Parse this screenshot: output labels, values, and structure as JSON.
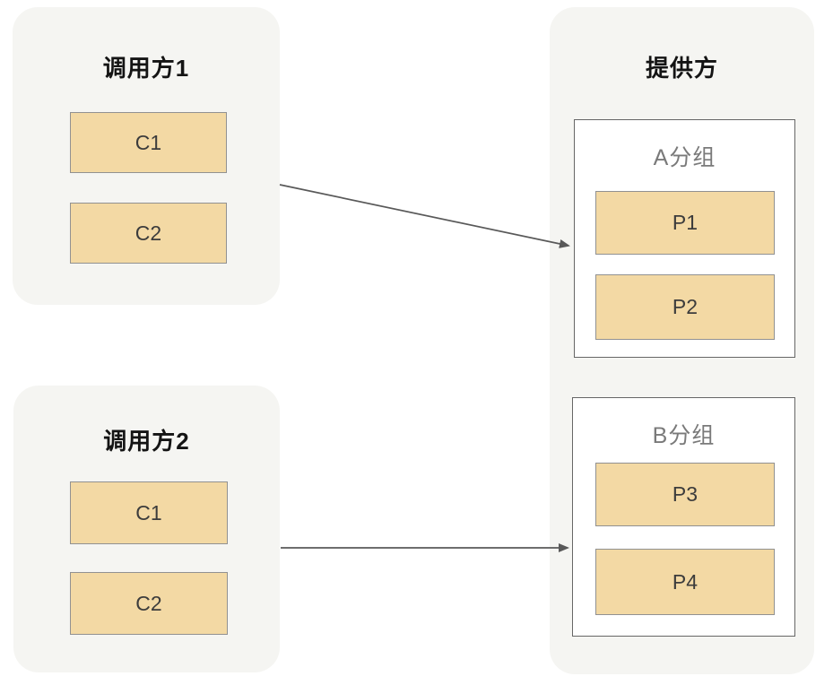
{
  "diagram": {
    "callers": [
      {
        "title": "调用方1",
        "services": [
          "C1",
          "C2"
        ]
      },
      {
        "title": "调用方2",
        "services": [
          "C1",
          "C2"
        ]
      }
    ],
    "provider": {
      "title": "提供方",
      "groups": [
        {
          "title": "A分组",
          "services": [
            "P1",
            "P2"
          ]
        },
        {
          "title": "B分组",
          "services": [
            "P3",
            "P4"
          ]
        }
      ]
    },
    "edges": [
      {
        "from": "调用方1",
        "to": "A分组"
      },
      {
        "from": "调用方2",
        "to": "B分组"
      }
    ],
    "colors": {
      "panel_bg": "#f5f5f2",
      "service_fill": "#f3d9a4",
      "service_border": "#919191",
      "group_border": "#666666",
      "group_title_text": "#7a7a7a",
      "arrow": "#595959",
      "title_text": "#141414"
    }
  }
}
